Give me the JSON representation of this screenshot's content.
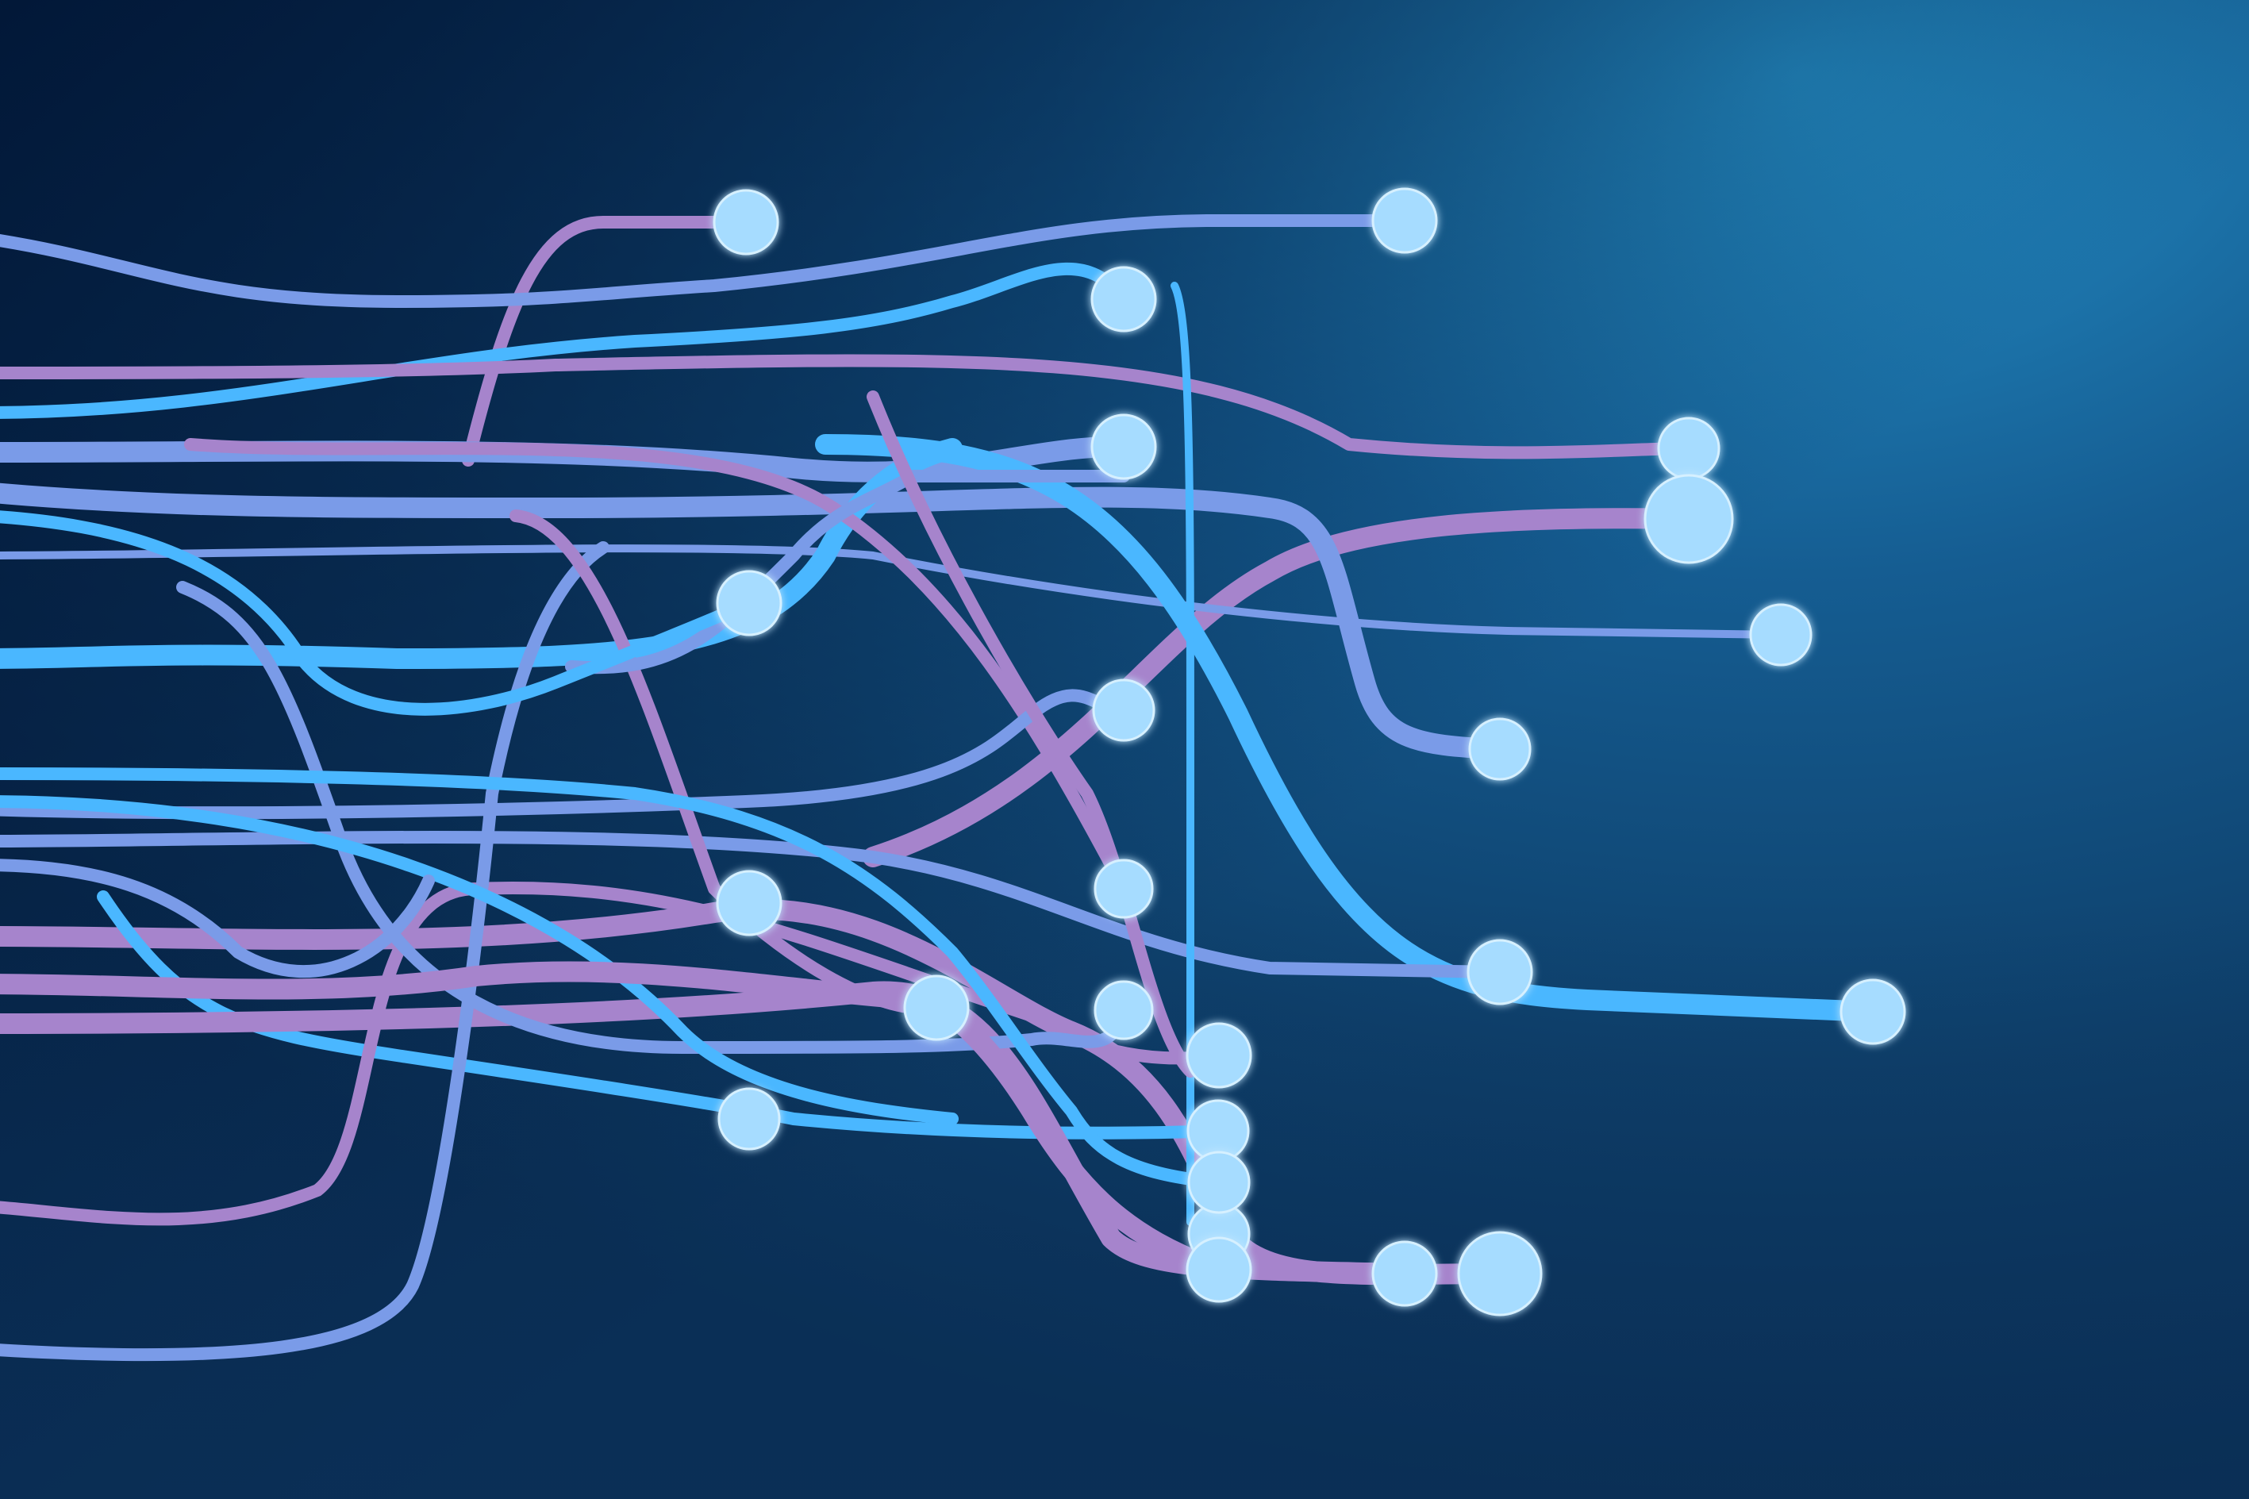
{
  "colors": {
    "background_dark": "#031a3d",
    "background_mid": "#0e3f6a",
    "background_light": "#1f8cc2",
    "cable_blue": "#4ab7ff",
    "cable_periwinkle": "#7a9be8",
    "cable_lilac": "#a684cc",
    "node_fill": "#a6dcff",
    "node_glow": "#d6f0ff"
  },
  "icons": [
    "cable-node-icon"
  ],
  "scene": {
    "cables": [
      {
        "id": "c1",
        "color": "cable_lilac",
        "thickness": "medium",
        "end": "n-top-1"
      },
      {
        "id": "c2",
        "color": "cable_periwinkle",
        "thickness": "medium",
        "end": "n-top-2"
      },
      {
        "id": "c3",
        "color": "cable_blue",
        "thickness": "medium",
        "end": "n-upper-3"
      },
      {
        "id": "c4",
        "color": "cable_periwinkle",
        "thickness": "thick",
        "end": "n-upper-4"
      },
      {
        "id": "c5",
        "color": "cable_lilac",
        "thickness": "medium",
        "end": "n-right-5"
      },
      {
        "id": "c6",
        "color": "cable_lilac",
        "thickness": "thick",
        "end": "n-right-6"
      },
      {
        "id": "c7",
        "color": "cable_periwinkle",
        "thickness": "thin",
        "end": "n-right-7"
      },
      {
        "id": "c8",
        "color": "cable_periwinkle",
        "thickness": "thick",
        "end": "n-mid-8"
      },
      {
        "id": "c9",
        "color": "cable_blue",
        "thickness": "thick",
        "end": "n-mid-9"
      },
      {
        "id": "c10",
        "color": "cable_lilac",
        "thickness": "medium",
        "end": "n-mid-10"
      },
      {
        "id": "c11",
        "color": "cable_periwinkle",
        "thickness": "medium",
        "end": "n-mid-11"
      },
      {
        "id": "c12",
        "color": "cable_blue",
        "thickness": "thick",
        "end": "n-far-12"
      },
      {
        "id": "c13",
        "color": "cable_periwinkle",
        "thickness": "medium",
        "end": "n-far-13"
      },
      {
        "id": "c14",
        "color": "cable_lilac",
        "thickness": "thick",
        "end": "n-low-14"
      },
      {
        "id": "c15",
        "color": "cable_blue",
        "thickness": "medium",
        "end": "n-low-15"
      },
      {
        "id": "c16",
        "color": "cable_lilac",
        "thickness": "medium",
        "end": "n-low-16"
      },
      {
        "id": "c17",
        "color": "cable_lilac",
        "thickness": "thick",
        "end": "n-low-17"
      },
      {
        "id": "c18",
        "color": "cable_periwinkle",
        "thickness": "medium",
        "end": "n-low-18"
      },
      {
        "id": "c19",
        "color": "cable_blue",
        "thickness": "thin",
        "end": "n-low-19"
      },
      {
        "id": "c20",
        "color": "cable_periwinkle",
        "thickness": "medium",
        "end": "n-low-20"
      },
      {
        "id": "c21",
        "color": "cable_lilac",
        "thickness": "medium",
        "end": "n-low-21"
      },
      {
        "id": "c22",
        "color": "cable_blue",
        "thickness": "medium",
        "end": "n-low-22"
      },
      {
        "id": "c23",
        "color": "cable_periwinkle",
        "thickness": "medium",
        "end": "n-low-23"
      },
      {
        "id": "c24",
        "color": "cable_lilac",
        "thickness": "thick",
        "end": "n-low-24"
      },
      {
        "id": "c25",
        "color": "cable_blue",
        "thickness": "medium",
        "end": "n-low-25"
      },
      {
        "id": "c26",
        "color": "cable_periwinkle",
        "thickness": "medium",
        "end": "n-low-26"
      },
      {
        "id": "c27",
        "color": "cable_lilac",
        "thickness": "medium",
        "end": "n-low-27"
      },
      {
        "id": "c28",
        "color": "cable_blue",
        "thickness": "medium",
        "end": "n-low-28"
      }
    ]
  }
}
